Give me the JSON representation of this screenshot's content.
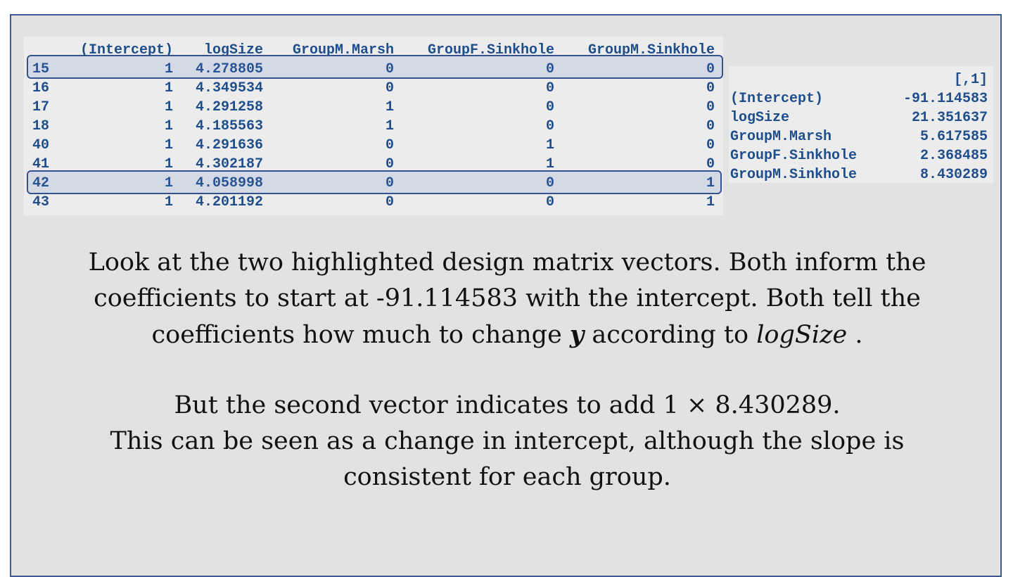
{
  "matrix": {
    "columns": [
      "(Intercept)",
      "logSize",
      "GroupM.Marsh",
      "GroupF.Sinkhole",
      "GroupM.Sinkhole"
    ],
    "rows": [
      {
        "id": "15",
        "cells": [
          "1",
          "4.278805",
          "0",
          "0",
          "0"
        ],
        "highlighted": true
      },
      {
        "id": "16",
        "cells": [
          "1",
          "4.349534",
          "0",
          "0",
          "0"
        ],
        "highlighted": false
      },
      {
        "id": "17",
        "cells": [
          "1",
          "4.291258",
          "1",
          "0",
          "0"
        ],
        "highlighted": false
      },
      {
        "id": "18",
        "cells": [
          "1",
          "4.185563",
          "1",
          "0",
          "0"
        ],
        "highlighted": false
      },
      {
        "id": "40",
        "cells": [
          "1",
          "4.291636",
          "0",
          "1",
          "0"
        ],
        "highlighted": false
      },
      {
        "id": "41",
        "cells": [
          "1",
          "4.302187",
          "0",
          "1",
          "0"
        ],
        "highlighted": false
      },
      {
        "id": "42",
        "cells": [
          "1",
          "4.058998",
          "0",
          "0",
          "1"
        ],
        "highlighted": true
      },
      {
        "id": "43",
        "cells": [
          "1",
          "4.201192",
          "0",
          "0",
          "1"
        ],
        "highlighted": false
      }
    ]
  },
  "coefficients": {
    "header": "[,1]",
    "rows": [
      {
        "name": "(Intercept)",
        "value": "-91.114583"
      },
      {
        "name": "logSize",
        "value": "21.351637"
      },
      {
        "name": "GroupM.Marsh",
        "value": "5.617585"
      },
      {
        "name": "GroupF.Sinkhole",
        "value": "2.368485"
      },
      {
        "name": "GroupM.Sinkhole",
        "value": "8.430289"
      }
    ]
  },
  "paragraph1": {
    "line1": "Look at the two highlighted design matrix vectors.  Both inform the",
    "line2": "coefficients to start at -91.114583 with the intercept.  Both tell the",
    "line3_a": "coefficients how much to change ",
    "line3_y": "y",
    "line3_b": " according to ",
    "line3_logsize": "logSize",
    "line3_c": " ."
  },
  "paragraph2": {
    "line1": "But the second vector indicates to add 1 × 8.430289.",
    "line2": "This can be seen as a change in intercept, although the slope is",
    "line3": "consistent for each group."
  }
}
